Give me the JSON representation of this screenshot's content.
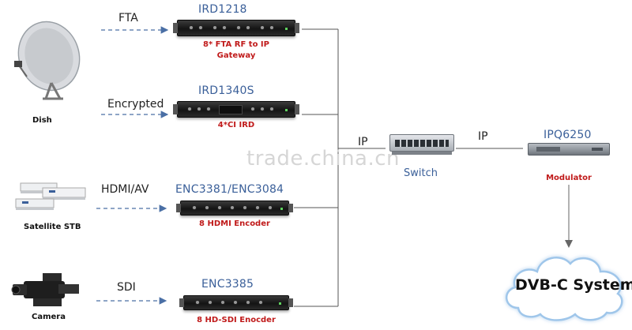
{
  "sources": {
    "dish": "Dish",
    "satellite_stb": "Satellite STB",
    "camera": "Camera"
  },
  "signals": {
    "fta": "FTA",
    "encrypted": "Encrypted",
    "hdmi_av": "HDMI/AV",
    "sdi": "SDI",
    "ip_left": "IP",
    "ip_right": "IP"
  },
  "devices": {
    "ird1218": {
      "title": "IRD1218",
      "desc_line1": "8* FTA RF to IP",
      "desc_line2": "Gateway"
    },
    "ird1340s": {
      "title": "IRD1340S",
      "desc": "4*CI IRD"
    },
    "enc3381": {
      "title": "ENC3381/ENC3084",
      "desc": "8 HDMI Encoder"
    },
    "enc3385": {
      "title": "ENC3385",
      "desc": "8 HD-SDI Enocder"
    },
    "switch": {
      "label": "Switch"
    },
    "ipq6250": {
      "title": "IPQ6250",
      "desc": "Modulator"
    }
  },
  "output": {
    "system": "DVB-C System"
  },
  "watermark": "trade.china.cn",
  "colors": {
    "title_blue": "#3a5f99",
    "desc_red": "#c01a1a",
    "arrow_blue": "#4a6fa5"
  }
}
